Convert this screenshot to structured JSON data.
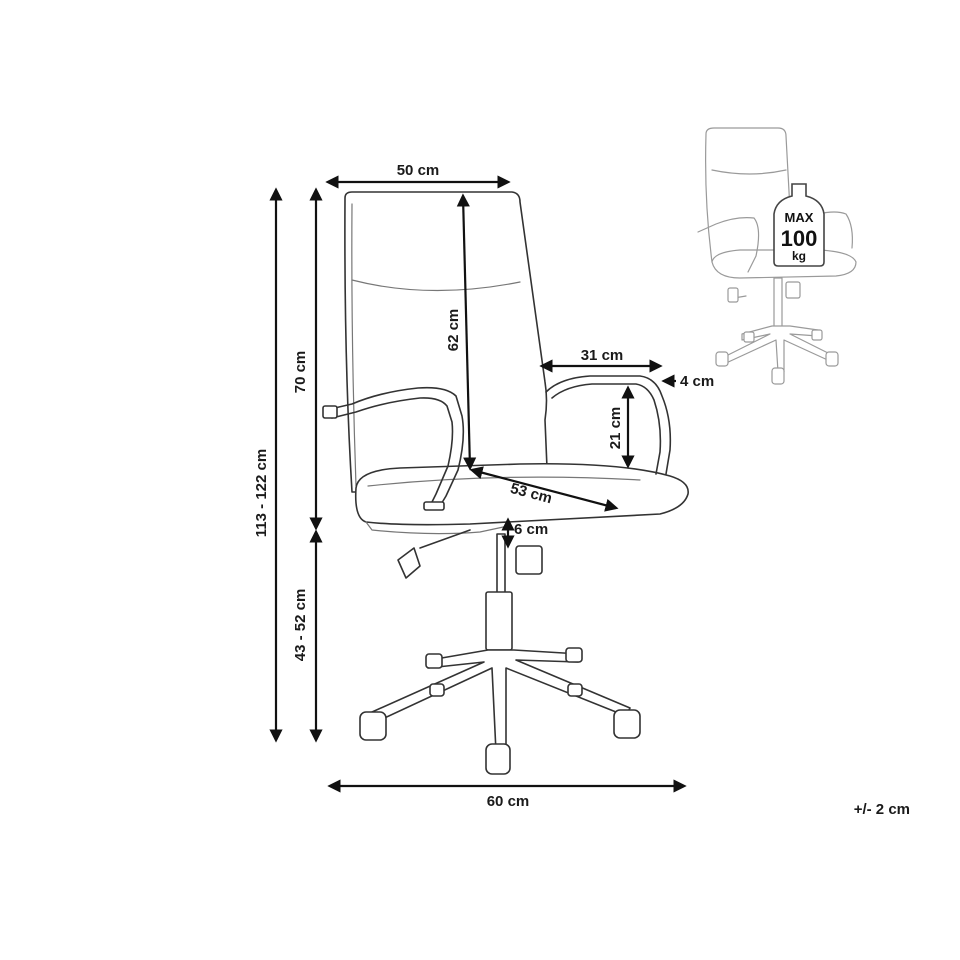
{
  "dimensions": {
    "backrest_width": "50 cm",
    "backrest_height": "62 cm",
    "back_height": "70 cm",
    "total_height": "113 - 122 cm",
    "seat_height": "43 - 52 cm",
    "armrest_length": "31 cm",
    "armrest_width": "4 cm",
    "armrest_height": "21 cm",
    "seat_depth": "53 cm",
    "seat_thickness": "6 cm",
    "base_width": "60 cm",
    "tolerance": "+/- 2 cm"
  },
  "capacity_badge": {
    "line1": "MAX",
    "line2": "100",
    "line3": "kg"
  },
  "colors": {
    "line": "#333333",
    "arrow": "#111111",
    "thumbnail_line": "#9a9a9a"
  }
}
